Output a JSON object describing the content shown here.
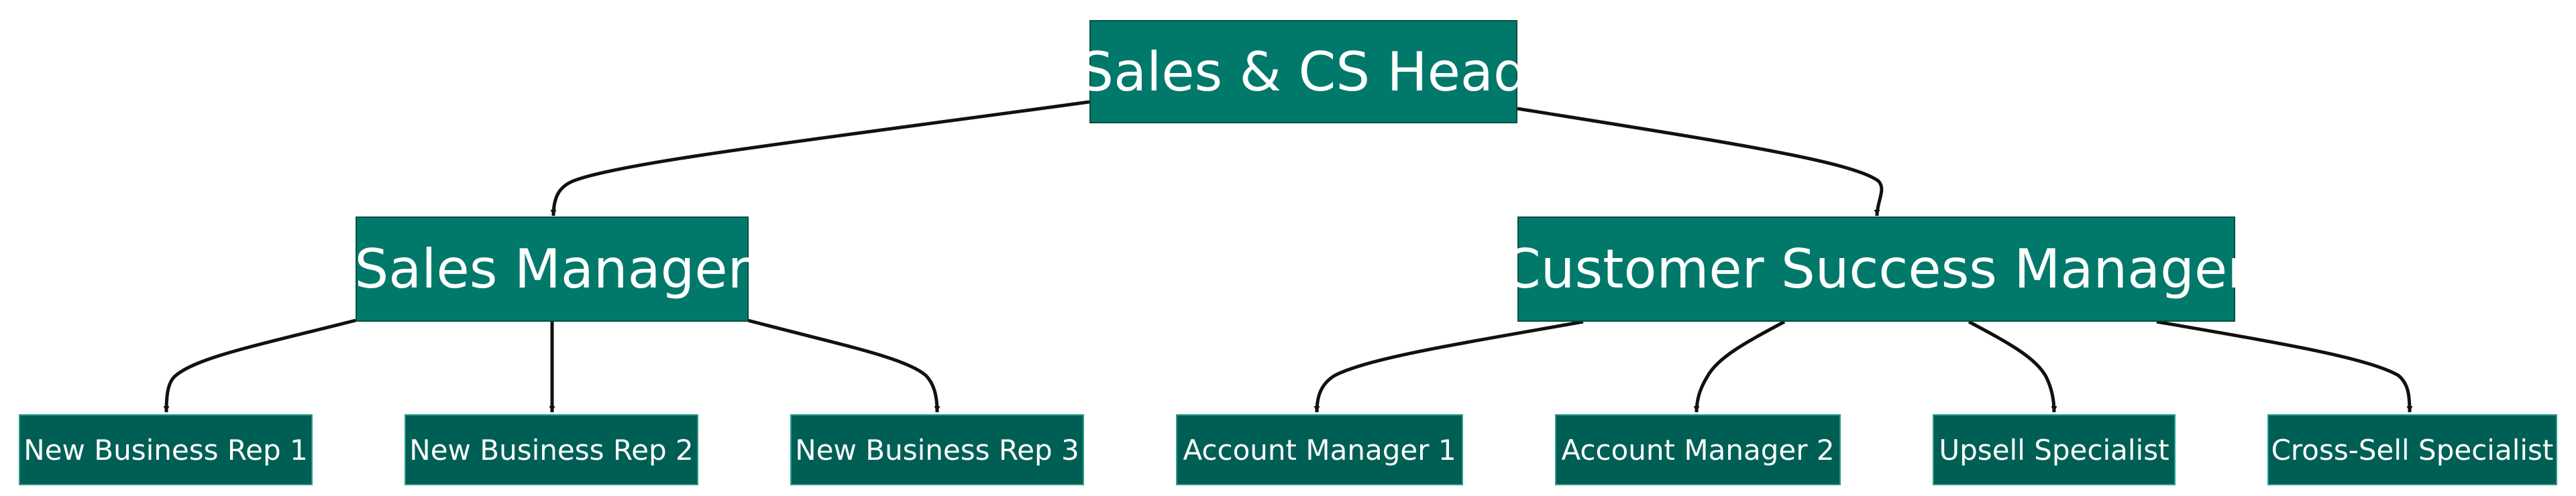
{
  "diagram": {
    "root": {
      "label": "Sales & CS Head"
    },
    "managers": [
      {
        "label": "Sales Manager"
      },
      {
        "label": "Customer Success Manager"
      }
    ],
    "staff": [
      {
        "label": "New Business Rep 1",
        "manager": 0
      },
      {
        "label": "New Business Rep 2",
        "manager": 0
      },
      {
        "label": "New Business Rep 3",
        "manager": 0
      },
      {
        "label": "Account Manager 1",
        "manager": 1
      },
      {
        "label": "Account Manager 2",
        "manager": 1
      },
      {
        "label": "Upsell Specialist",
        "manager": 1
      },
      {
        "label": "Cross-Sell Specialist",
        "manager": 1
      }
    ],
    "colors": {
      "node_fill": "#00796b",
      "leaf_fill": "#005f54",
      "edge": "#111111",
      "text": "#ffffff"
    }
  }
}
